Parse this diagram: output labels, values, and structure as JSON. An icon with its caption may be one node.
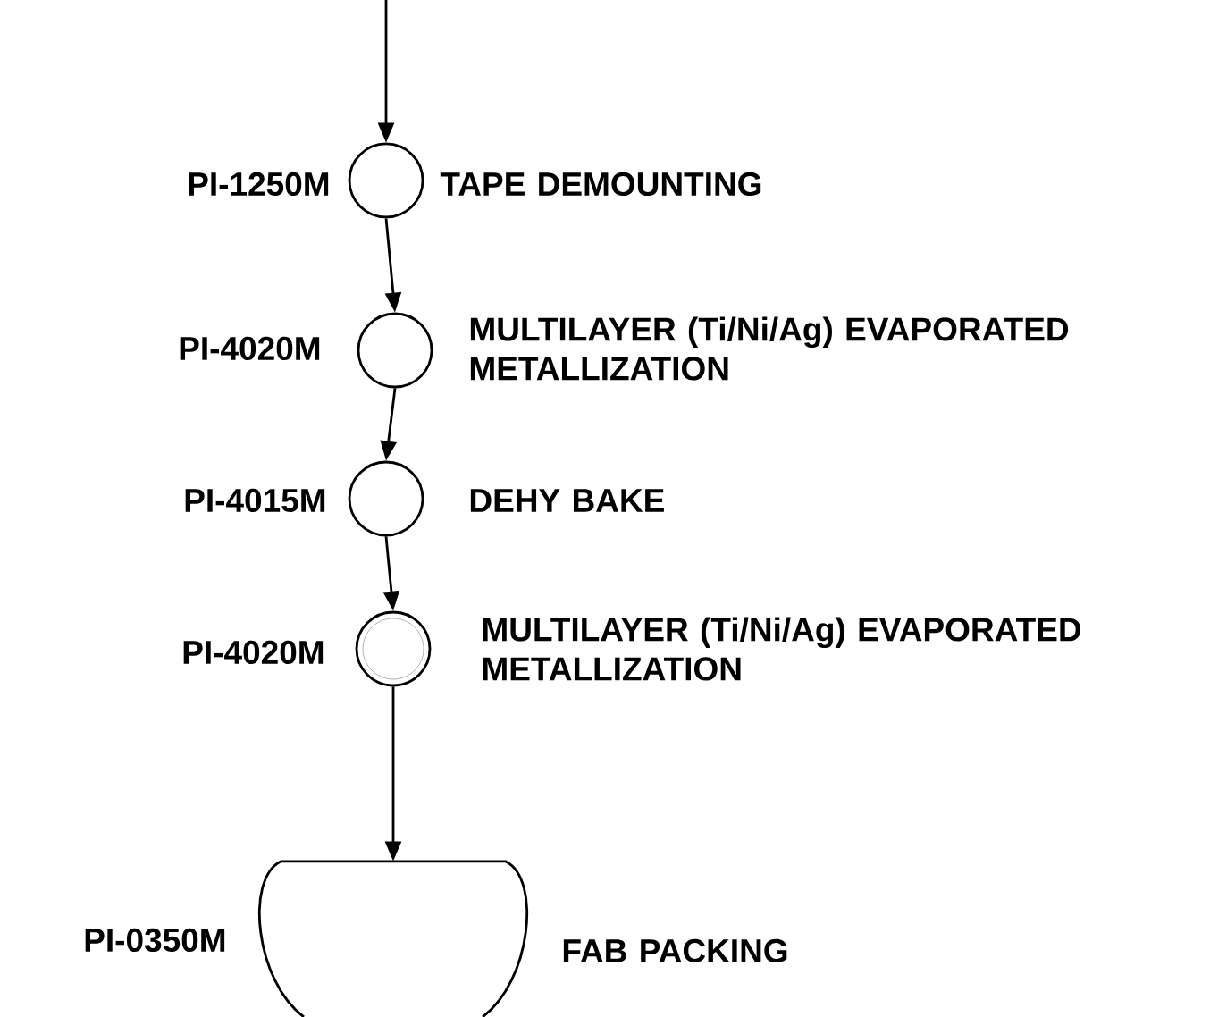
{
  "diagram": {
    "nodes": [
      {
        "text": [],
        "shape": "circle",
        "beside": [
          "PI-1250M",
          "TAPE DEMOUNTING"
        ]
      },
      {
        "text": [],
        "shape": "circle",
        "beside": [
          "PI-4020M",
          "MULTILAYER (Ti/Ni/Ag) EVAPORATED METALLIZATION"
        ]
      },
      {
        "text": [],
        "shape": "circle",
        "beside": [
          "PI-4015M",
          "DEHY BAKE"
        ]
      },
      {
        "text": [],
        "shape": "circle",
        "beside": [
          "PI-4020M",
          "MULTILAYER (Ti/Ni/Ag) EVAPORATED METALLIZATION"
        ]
      },
      {
        "text": [],
        "shape": "drum",
        "beside": [
          "PI-0350M",
          "FAB PACKING"
        ]
      }
    ],
    "edges": [
      {
        "from": null,
        "to": 0,
        "arrow": "to"
      },
      {
        "from": 0,
        "to": 1,
        "arrow": "to"
      },
      {
        "from": 1,
        "to": 2,
        "arrow": "to"
      },
      {
        "from": 2,
        "to": 3,
        "arrow": "to"
      },
      {
        "from": 3,
        "to": 4,
        "arrow": "to"
      }
    ]
  }
}
